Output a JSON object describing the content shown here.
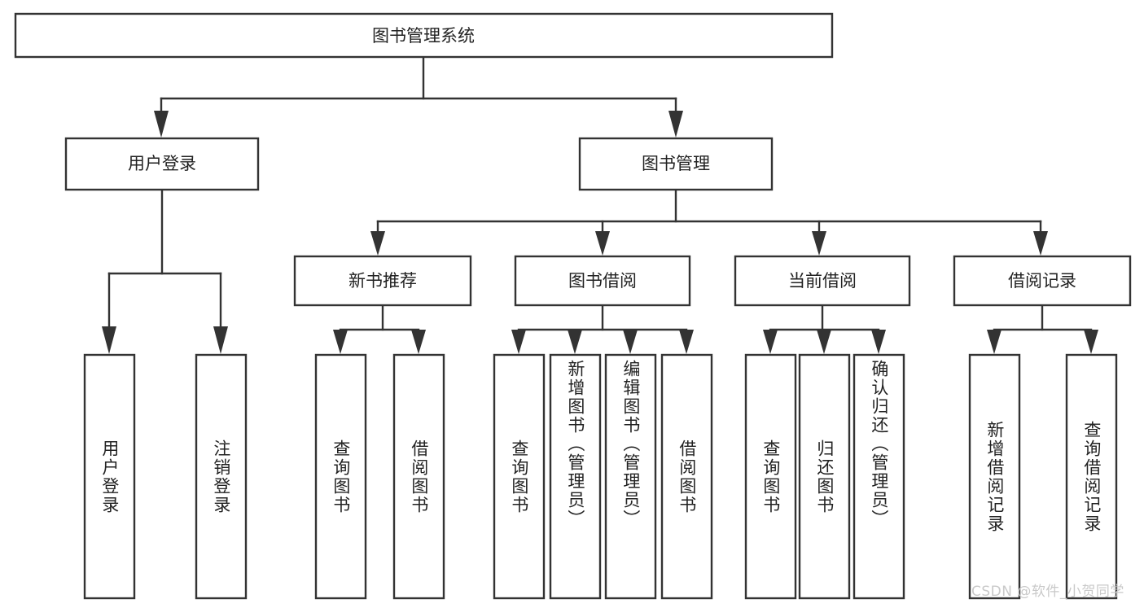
{
  "diagram": {
    "type": "tree-hierarchy-chart",
    "title": "图书管理系统",
    "orientation": "top-down",
    "colors": {
      "box_fill": "#ffffff",
      "box_stroke": "#333333",
      "text": "#222222",
      "background": "#ffffff",
      "watermark": "#c9c9c9"
    },
    "levels": [
      {
        "level": 1,
        "nodes": [
          {
            "id": "root",
            "label": "图书管理系统",
            "orientation": "horizontal"
          }
        ]
      },
      {
        "level": 2,
        "nodes": [
          {
            "id": "user-login",
            "label": "用户登录",
            "orientation": "horizontal",
            "parent": "root"
          },
          {
            "id": "book-manage",
            "label": "图书管理",
            "orientation": "horizontal",
            "parent": "root"
          }
        ]
      },
      {
        "level": 3,
        "nodes": [
          {
            "id": "new-book-rec",
            "label": "新书推荐",
            "orientation": "horizontal",
            "parent": "book-manage"
          },
          {
            "id": "book-borrow",
            "label": "图书借阅",
            "orientation": "horizontal",
            "parent": "book-manage"
          },
          {
            "id": "current-borrow",
            "label": "当前借阅",
            "orientation": "horizontal",
            "parent": "book-manage"
          },
          {
            "id": "borrow-record",
            "label": "借阅记录",
            "orientation": "horizontal",
            "parent": "book-manage"
          }
        ]
      },
      {
        "level": 4,
        "nodes": [
          {
            "id": "leaf-1",
            "label": "用户登录",
            "orientation": "vertical",
            "parent": "user-login"
          },
          {
            "id": "leaf-2",
            "label": "注销登录",
            "orientation": "vertical",
            "parent": "user-login"
          },
          {
            "id": "leaf-3",
            "label": "查询图书",
            "orientation": "vertical",
            "parent": "new-book-rec"
          },
          {
            "id": "leaf-4",
            "label": "借阅图书",
            "orientation": "vertical",
            "parent": "new-book-rec"
          },
          {
            "id": "leaf-5",
            "label": "查询图书",
            "orientation": "vertical",
            "parent": "book-borrow"
          },
          {
            "id": "leaf-6",
            "label": "新增图书（管理员）",
            "orientation": "vertical",
            "parent": "book-borrow"
          },
          {
            "id": "leaf-7",
            "label": "编辑图书（管理员）",
            "orientation": "vertical",
            "parent": "book-borrow"
          },
          {
            "id": "leaf-8",
            "label": "借阅图书",
            "orientation": "vertical",
            "parent": "book-borrow"
          },
          {
            "id": "leaf-9",
            "label": "查询图书",
            "orientation": "vertical",
            "parent": "current-borrow"
          },
          {
            "id": "leaf-10",
            "label": "归还图书",
            "orientation": "vertical",
            "parent": "current-borrow"
          },
          {
            "id": "leaf-11",
            "label": "确认归还（管理员）",
            "orientation": "vertical",
            "parent": "current-borrow"
          },
          {
            "id": "leaf-12",
            "label": "新增借阅记录",
            "orientation": "vertical",
            "parent": "borrow-record"
          },
          {
            "id": "leaf-13",
            "label": "查询借阅记录",
            "orientation": "vertical",
            "parent": "borrow-record"
          }
        ]
      }
    ]
  },
  "watermark": {
    "text": "CSDN @软件_小贺同学"
  }
}
